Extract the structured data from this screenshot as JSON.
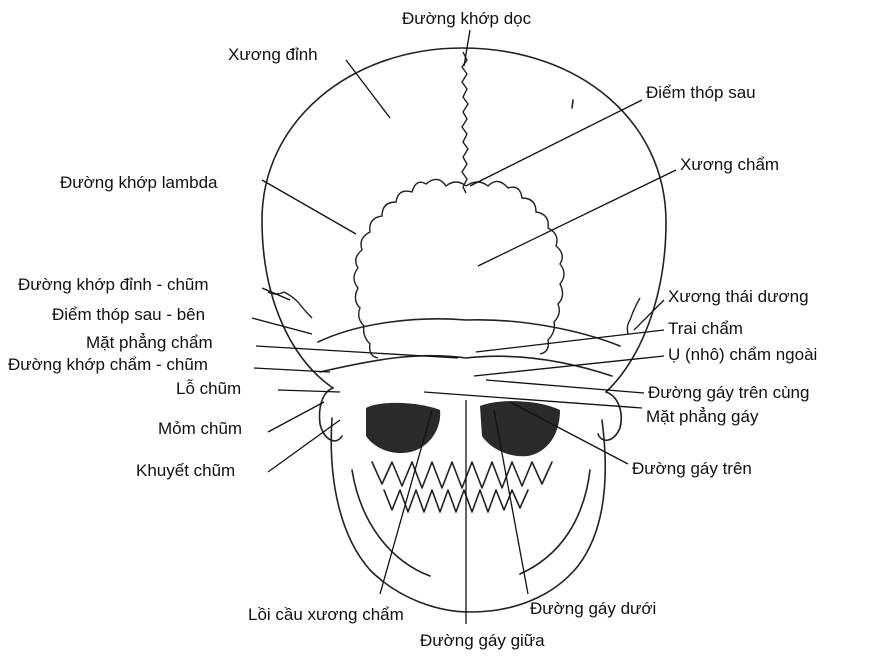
{
  "labels": {
    "duong_khop_doc": "Đường khớp dọc",
    "xuong_dinh": "Xương đỉnh",
    "diem_thop_sau": "Điểm thóp sau",
    "xuong_cham": "Xương chẩm",
    "duong_khop_lambda": "Đường khớp lambda",
    "duong_khop_dinh_chum": "Đường khớp đỉnh - chũm",
    "diem_thop_sau_ben": "Điểm thóp sau - bên",
    "mat_phang_cham": "Mặt phẳng chẩm",
    "duong_khop_cham_chum": "Đường khớp chẩm - chũm",
    "lo_chum": "Lỗ chũm",
    "mom_chum": "Mỏm chũm",
    "khuyet_chum": "Khuyết chũm",
    "xuong_thai_duong": "Xương thái dương",
    "trai_cham": "Trai chẩm",
    "u_nho_cham_ngoai": "Ụ (nhô) chẩm ngoài",
    "duong_gay_tren_cung": "Đường gáy trên cùng",
    "mat_phang_gay": "Mặt phẳng gáy",
    "duong_gay_tren": "Đường gáy trên",
    "loi_cau_xuong_cham": "Lồi cầu xương chẩm",
    "duong_gay_duoi": "Đường gáy dưới",
    "duong_gay_giua": "Đường gáy giữa"
  }
}
